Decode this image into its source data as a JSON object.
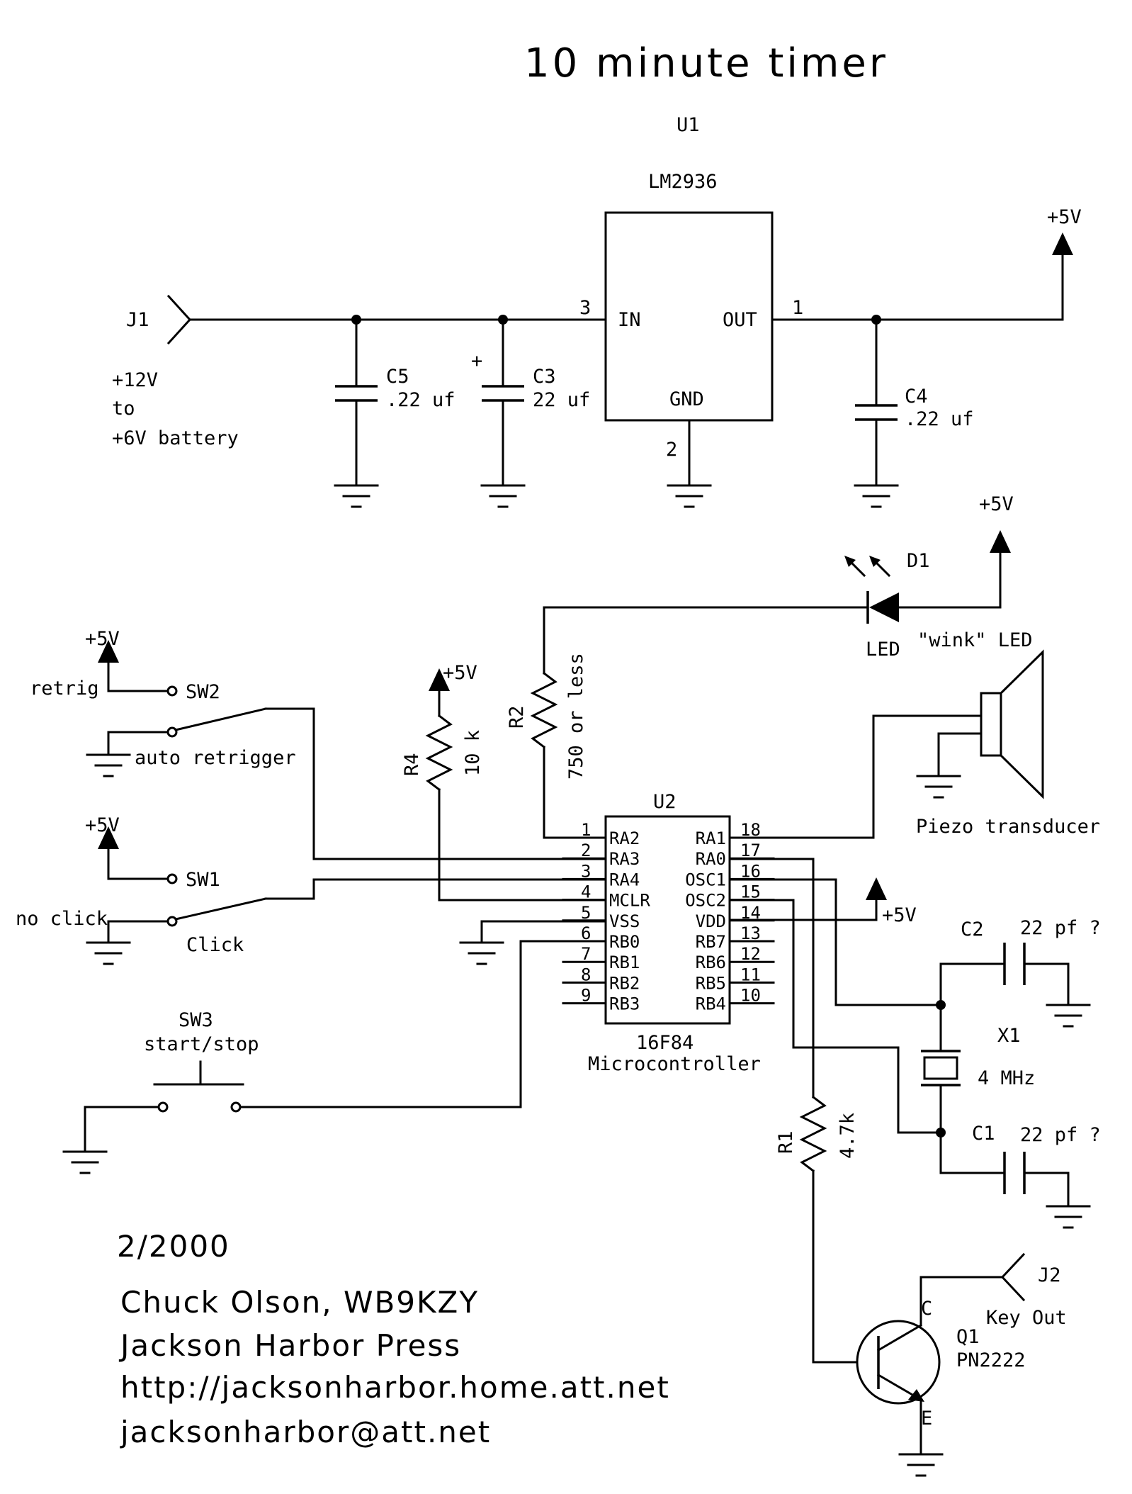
{
  "title": "10 minute timer",
  "regulator": {
    "ref": "U1",
    "part": "LM2936",
    "pin_in": "IN",
    "pin_out": "OUT",
    "pin_gnd": "GND",
    "pin_in_num": "3",
    "pin_out_num": "1",
    "pin_gnd_num": "2"
  },
  "power": {
    "j1": "J1",
    "j1_desc": [
      "+12V",
      "to",
      "+6V battery"
    ],
    "c5_ref": "C5",
    "c5_val": ".22 uf",
    "c3_plus": "+",
    "c3_ref": "C3",
    "c3_val": "22 uf",
    "c4_ref": "C4",
    "c4_val": ".22 uf",
    "rail": "+5V"
  },
  "led": {
    "ref": "D1",
    "label": "LED",
    "desc": "\"wink\" LED",
    "rail": "+5V"
  },
  "r2": {
    "ref": "R2",
    "val": "750 or less"
  },
  "r4": {
    "ref": "R4",
    "val": "10 k",
    "rail": "+5V"
  },
  "sw2": {
    "ref": "SW2",
    "top": "retrig",
    "bottom": "auto retrigger",
    "rail": "+5V"
  },
  "sw1": {
    "ref": "SW1",
    "top": "no click",
    "bottom": "Click",
    "rail": "+5V"
  },
  "sw3": {
    "ref": "SW3",
    "desc": "start/stop"
  },
  "piezo": {
    "label": "Piezo transducer"
  },
  "mcu": {
    "ref": "U2",
    "part": "16F84",
    "desc": "Microcontroller",
    "vdd_rail": "+5V",
    "left_pins": [
      {
        "num": "1",
        "name": "RA2"
      },
      {
        "num": "2",
        "name": "RA3"
      },
      {
        "num": "3",
        "name": "RA4"
      },
      {
        "num": "4",
        "name": "MCLR"
      },
      {
        "num": "5",
        "name": "VSS"
      },
      {
        "num": "6",
        "name": "RB0"
      },
      {
        "num": "7",
        "name": "RB1"
      },
      {
        "num": "8",
        "name": "RB2"
      },
      {
        "num": "9",
        "name": "RB3"
      }
    ],
    "right_pins": [
      {
        "num": "18",
        "name": "RA1"
      },
      {
        "num": "17",
        "name": "RA0"
      },
      {
        "num": "16",
        "name": "OSC1"
      },
      {
        "num": "15",
        "name": "OSC2"
      },
      {
        "num": "14",
        "name": "VDD"
      },
      {
        "num": "13",
        "name": "RB7"
      },
      {
        "num": "12",
        "name": "RB6"
      },
      {
        "num": "11",
        "name": "RB5"
      },
      {
        "num": "10",
        "name": "RB4"
      }
    ]
  },
  "osc": {
    "c2_ref": "C2",
    "c2_val": "22 pf ?",
    "x1_ref": "X1",
    "x1_val": "4 MHz",
    "c1_ref": "C1",
    "c1_val": "22 pf ?"
  },
  "r1": {
    "ref": "R1",
    "val": "4.7k"
  },
  "q1": {
    "ref": "Q1",
    "part": "PN2222",
    "c": "C",
    "e": "E"
  },
  "j2": {
    "ref": "J2",
    "desc": "Key Out"
  },
  "credits": [
    "2/2000",
    "Chuck Olson, WB9KZY",
    "Jackson Harbor Press",
    "http://jacksonharbor.home.att.net",
    "jacksonharbor@att.net"
  ]
}
